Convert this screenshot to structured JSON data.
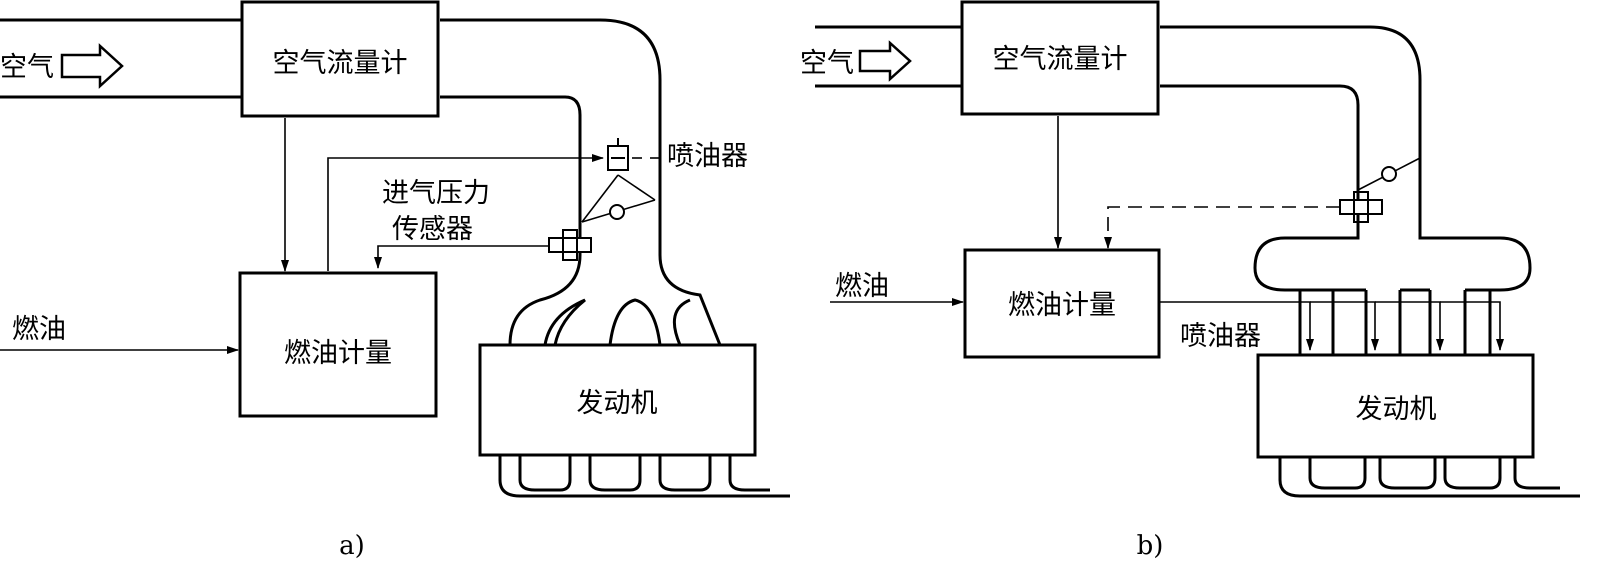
{
  "panel_a": {
    "air_label": "空气",
    "airflow_meter": "空气流量计",
    "fuel_label": "燃油",
    "fuel_metering": "燃油计量",
    "injector_label": "喷油器",
    "pressure_sensor_line1": "进气压力",
    "pressure_sensor_line2": "传感器",
    "engine_label": "发动机",
    "caption": "a)"
  },
  "panel_b": {
    "air_label": "空气",
    "airflow_meter": "空气流量计",
    "fuel_label": "燃油",
    "fuel_metering": "燃油计量",
    "injector_label": "喷油器",
    "engine_label": "发动机",
    "caption": "b)"
  }
}
